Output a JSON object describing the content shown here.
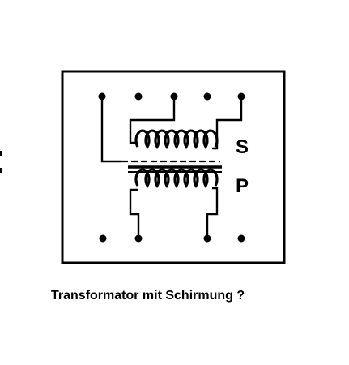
{
  "diagram": {
    "secondary_label": "S",
    "primary_label": "P",
    "caption": "Transformator mit Schirmung ?"
  },
  "colors": {
    "ink": "#000000",
    "background": "#ffffff"
  }
}
